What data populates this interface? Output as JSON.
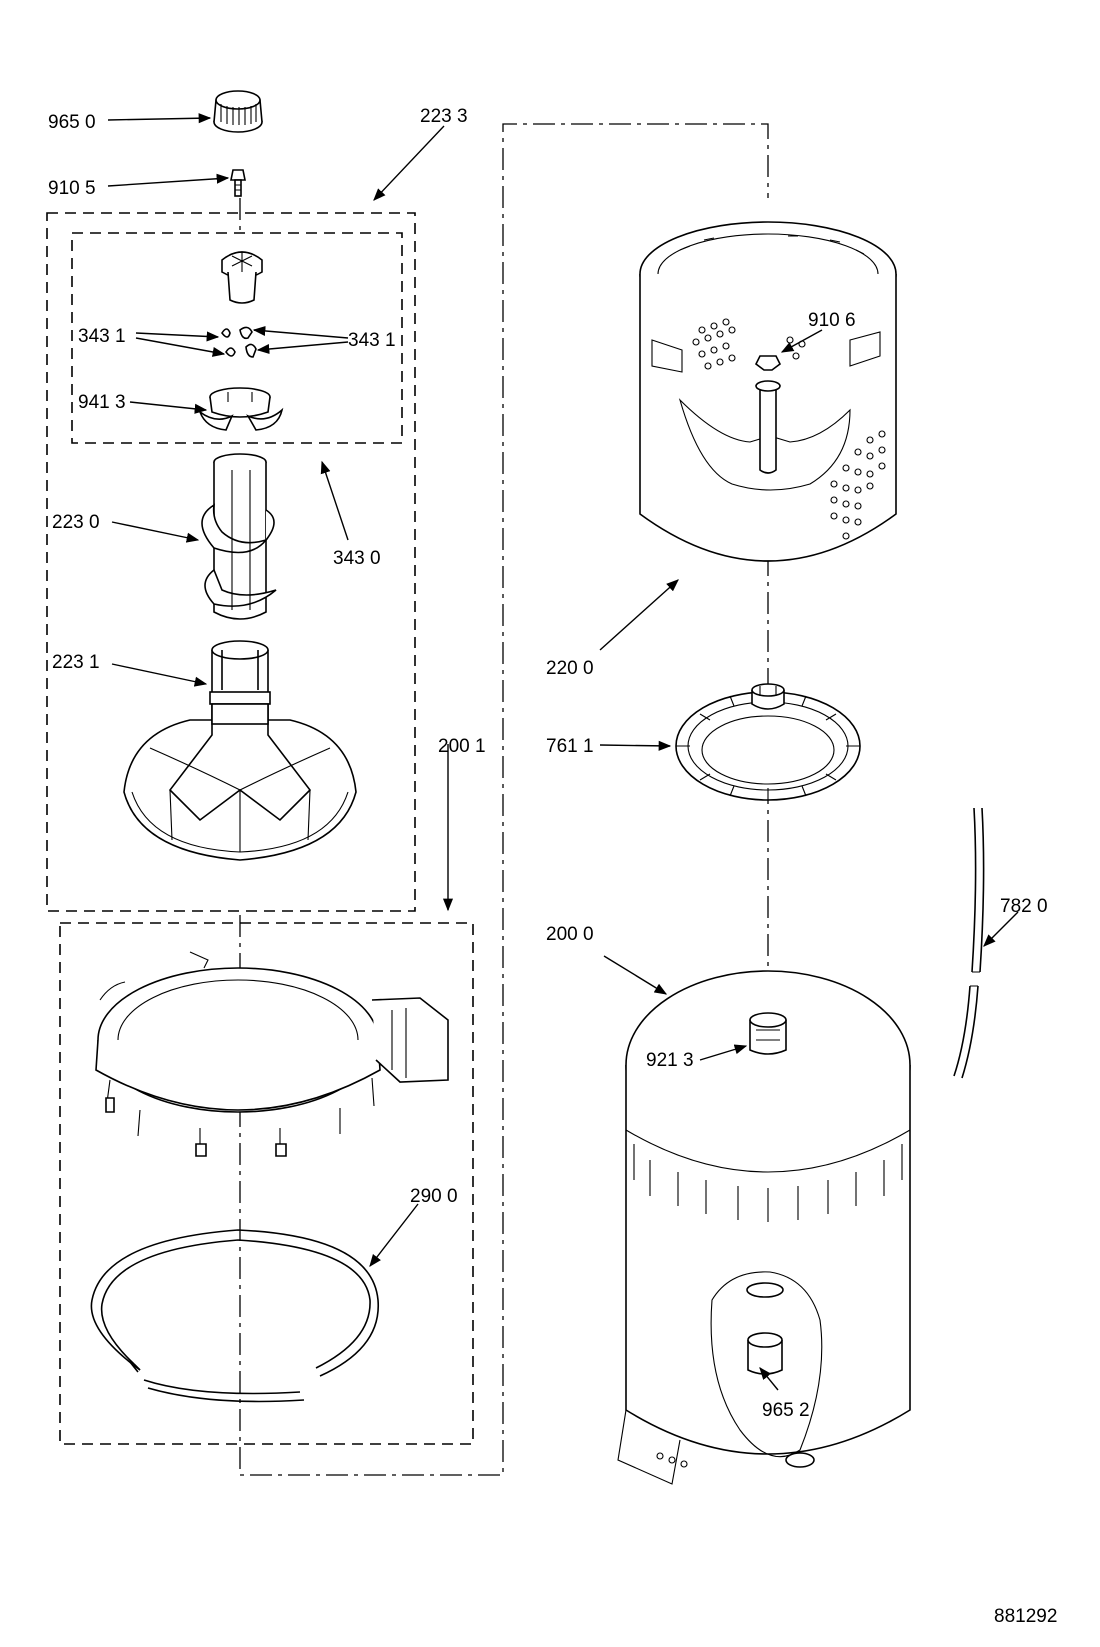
{
  "diagram": {
    "drawing_number": "881292",
    "callouts": {
      "c9650": "965 0",
      "c9105": "910 5",
      "c2233": "223 3",
      "c3431a": "343 1",
      "c3431b": "343 1",
      "c9413": "941 3",
      "c3430": "343 0",
      "c2230": "223 0",
      "c2231": "223 1",
      "c2001": "200 1",
      "c2900": "290 0",
      "c9106": "910 6",
      "c2200": "220 0",
      "c7611": "761 1",
      "c7820": "782 0",
      "c2000": "200 0",
      "c9213": "921 3",
      "c9652": "965 2"
    }
  }
}
